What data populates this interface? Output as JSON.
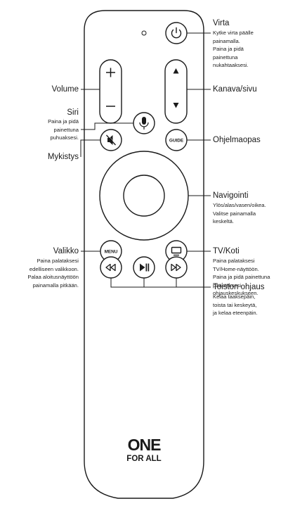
{
  "brand": {
    "line1": "ONE",
    "line2": "FOR ALL"
  },
  "buttons": {
    "menu": "MENU",
    "guide": "GUIDE"
  },
  "labels": {
    "power": {
      "title": "Virta",
      "desc": "Kytke virta päälle\npainamalla.\nPaina ja pidä\npainettuna\nnukahtaaksesi."
    },
    "volume": {
      "title": "Volume"
    },
    "channel": {
      "title": "Kanava/sivu"
    },
    "siri": {
      "title": "Siri",
      "desc": "Paina ja pidä\npainettuna\npuhuaksesi."
    },
    "mute": {
      "title": "Mykistys"
    },
    "guide": {
      "title": "Ohjelmaopas"
    },
    "navigation": {
      "title": "Navigointi",
      "desc": "Ylös/alas/vasen/oikea.\nValitse painamalla\nkeskeltä."
    },
    "menu": {
      "title": "Valikko",
      "desc": "Paina palataksesi\nedelliseen valikkoon.\nPalaa aloitusnäyttöön\npainamalla pitkään."
    },
    "tv": {
      "title": "TV/Koti",
      "desc": "Paina palataksesi\nTV/Home-näyttöön.\nPaina ja pidä painettuna\npäästäksesi\nohjauskeskukseen."
    },
    "playback": {
      "title": "Toiston ohjaus",
      "desc": "Kelaa taaksepäin,\ntoista tai keskeytä,\nja kelaa eteenpäin."
    }
  }
}
